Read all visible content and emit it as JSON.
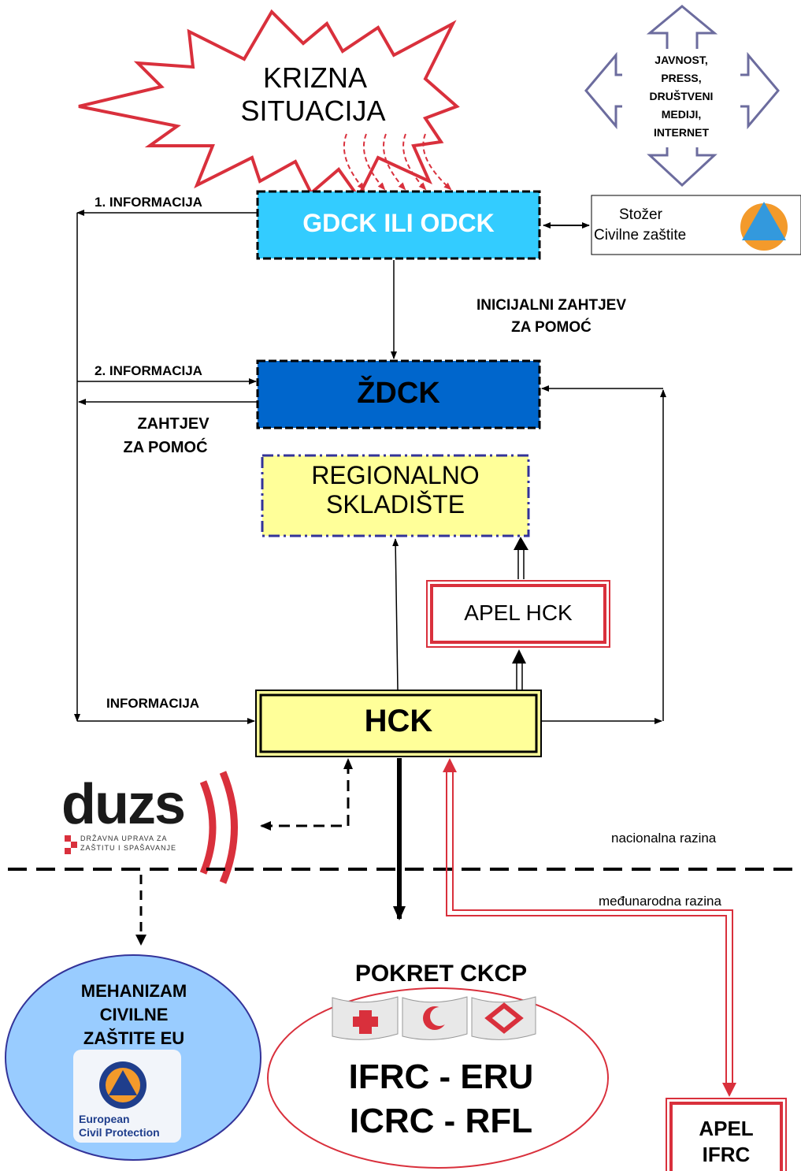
{
  "crisis": {
    "line1": "KRIZNA",
    "line2": "SITUACIJA"
  },
  "public": {
    "line1": "JAVNOST,",
    "line2": "PRESS,",
    "line3": "DRUŠTVENI",
    "line4": "MEDIJI,",
    "line5": "INTERNET"
  },
  "gdck": {
    "label": "GDCK ILI ODCK"
  },
  "stozer": {
    "line1": "Stožer",
    "line2": "Civilne zaštite"
  },
  "info1": {
    "label": "1. INFORMACIJA"
  },
  "initial_request": {
    "line1": "INICIJALNI ZAHTJEV",
    "line2": "ZA POMOĆ"
  },
  "info2": {
    "label": "2. INFORMACIJA"
  },
  "zdck": {
    "label": "ŽDCK"
  },
  "help_request": {
    "line1": "ZAHTJEV",
    "line2": "ZA POMOĆ"
  },
  "warehouse": {
    "line1": "REGIONALNO",
    "line2": "SKLADIŠTE"
  },
  "apel_hck": {
    "label": "APEL HCK"
  },
  "info3": {
    "label": "INFORMACIJA"
  },
  "hck": {
    "label": "HCK"
  },
  "duzs": {
    "logo_text": "duzs",
    "subtitle1": "DRŽAVNA UPRAVA ZA",
    "subtitle2": "ZAŠTITU I SPAŠAVANJE"
  },
  "levels": {
    "national": "nacionalna razina",
    "international": "međunarodna razina"
  },
  "eu": {
    "line1": "MEHANIZAM",
    "line2": "CIVILNE",
    "line3": "ZAŠTITE EU",
    "logo_line1": "European",
    "logo_line2": "Civil Protection"
  },
  "movement": {
    "title": "POKRET CKCP",
    "line1": "IFRC - ERU",
    "line2": "ICRC - RFL"
  },
  "apel_ifrc": {
    "line1": "APEL",
    "line2": "IFRC"
  },
  "colors": {
    "gdck_fill": "#33CCFF",
    "zdck_fill": "#0066CC",
    "yellow_fill": "#FFFF99",
    "red": "#D9303C",
    "eu_fill": "#99CCFF",
    "public_stroke": "#6C6C9E"
  }
}
